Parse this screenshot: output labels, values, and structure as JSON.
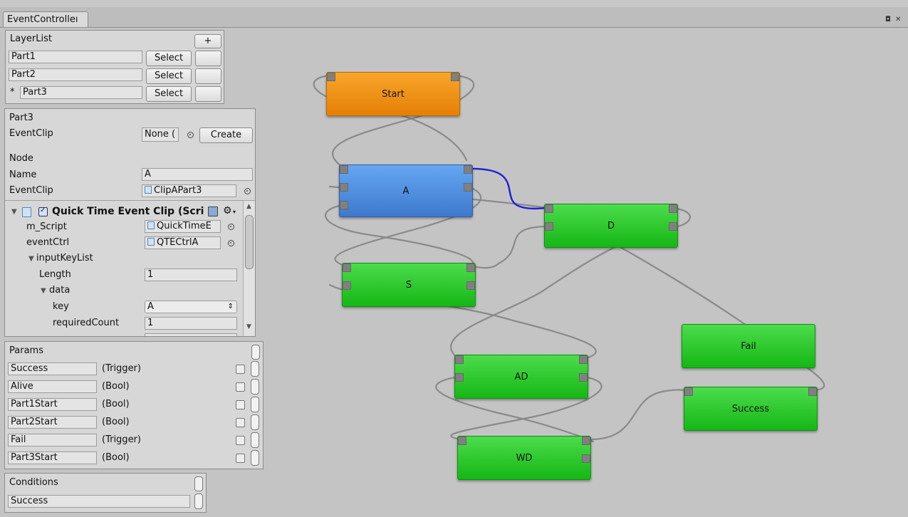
{
  "window": {
    "tab_title": "EventControlleı",
    "btn_restore": "◘",
    "btn_close": "✕",
    "btn_menu": "▾≡"
  },
  "layer_list": {
    "title": "LayerList",
    "add_label": "+",
    "layers": [
      {
        "marker": "",
        "name": "Part1",
        "select_label": "Select"
      },
      {
        "marker": "",
        "name": "Part2",
        "select_label": "Select"
      },
      {
        "marker": "*",
        "name": "Part3",
        "select_label": "Select"
      }
    ]
  },
  "inspector": {
    "part_title": "Part3",
    "eventclip_label": "EventClip",
    "eventclip_value": "None (",
    "create_label": "Create",
    "node_label": "Node",
    "name_label": "Name",
    "name_value": "A",
    "node_eventclip_label": "EventClip",
    "node_eventclip_value": "ClipAPart3",
    "component_title": "Quick Time Event Clip (Scri",
    "m_script_label": "m_Script",
    "m_script_value": "QuickTimeE",
    "event_ctrl_label": "eventCtrl",
    "event_ctrl_value": "QTECtrlA",
    "input_key_list_label": "inputKeyList",
    "length_label": "Length",
    "length_value": "1",
    "data_label": "data",
    "key_label": "key",
    "key_value": "A",
    "required_count_label": "requiredCount",
    "required_count_value": "1"
  },
  "params": {
    "title": "Params",
    "items": [
      {
        "name": "Success",
        "type": "(Trigger)"
      },
      {
        "name": "Alive",
        "type": "(Bool)"
      },
      {
        "name": "Part1Start",
        "type": "(Bool)"
      },
      {
        "name": "Part2Start",
        "type": "(Bool)"
      },
      {
        "name": "Fail",
        "type": "(Trigger)"
      },
      {
        "name": "Part3Start",
        "type": "(Bool)"
      }
    ]
  },
  "conditions": {
    "title": "Conditions",
    "items": [
      {
        "name": "Success"
      }
    ]
  },
  "graph": {
    "nodes": {
      "start": "Start",
      "a": "A",
      "d": "D",
      "s": "S",
      "fail": "Fail",
      "ad": "AD",
      "success": "Success",
      "wd": "WD"
    },
    "colors": {
      "link": "#8a8a8a",
      "selected_link": "#1f1fd8",
      "start": "#f08f14",
      "selected": "#4d8de0",
      "state": "#25c825"
    }
  }
}
